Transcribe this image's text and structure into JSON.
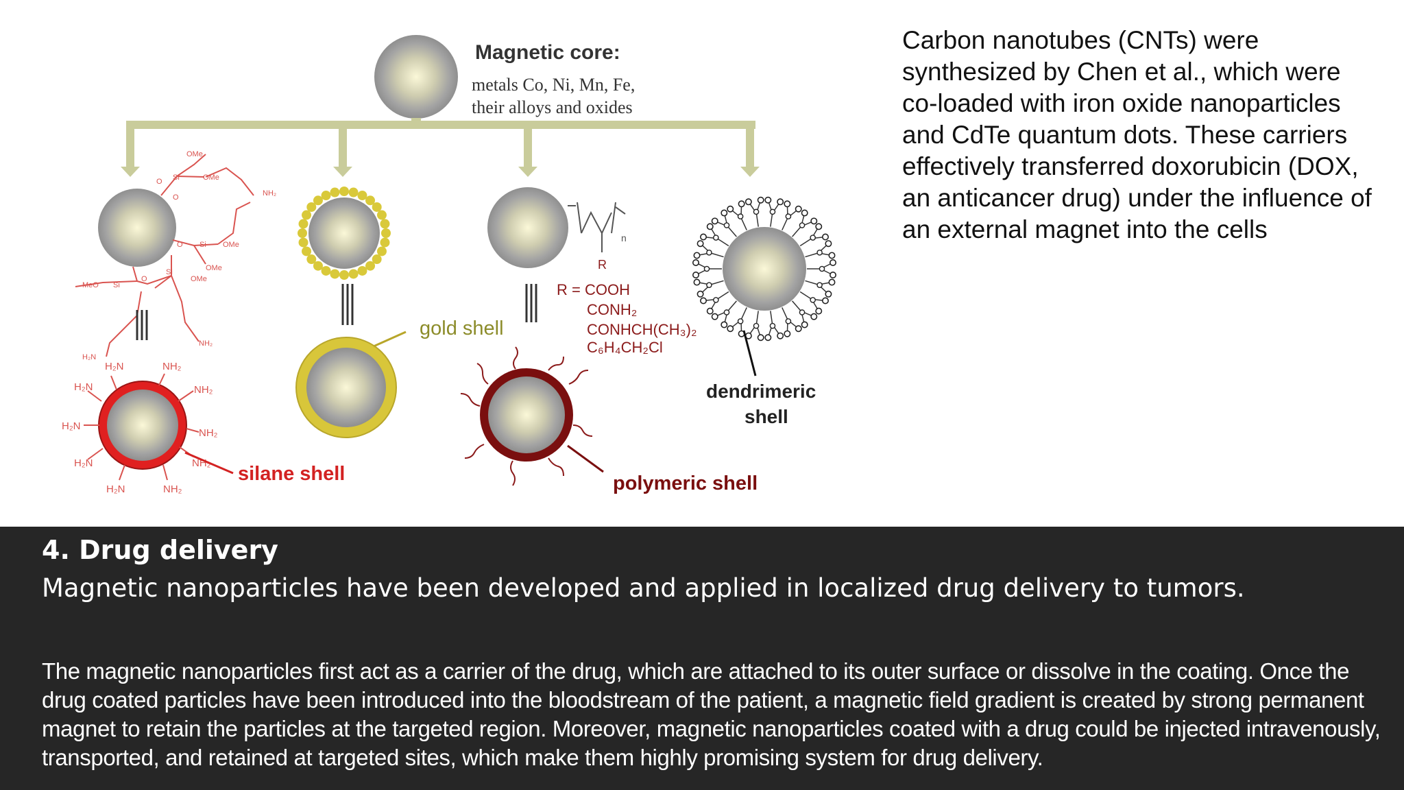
{
  "figure": {
    "core_title": "Magnetic core:",
    "core_desc_line1": "metals Co, Ni, Mn, Fe,",
    "core_desc_line2": "their alloys and oxides",
    "silane": {
      "label": "silane shell",
      "ome": "OMe",
      "meo": "MeO",
      "si": "Si",
      "o": "O",
      "nh2": "NH₂",
      "h2n": "H₂N"
    },
    "gold": {
      "label": "gold shell"
    },
    "polymer": {
      "label": "polymeric shell",
      "r": "R",
      "n": "n",
      "r_line1": "R = COOH",
      "r_line2": "CONH₂",
      "r_line3": "CONHCH(CH₃)₂",
      "r_line4": "C₆H₄CH₂Cl"
    },
    "dendrimer": {
      "label_line1": "dendrimeric",
      "label_line2": "shell"
    }
  },
  "side_text": "Carbon nanotubes (CNTs) were synthesized by Chen et al., which were co-loaded with iron oxide nanoparticles and CdTe quantum dots. These carriers effectively transferred doxorubicin (DOX, an anticancer drug) under the influence of an external magnet into the cells",
  "section": {
    "title": "4. Drug delivery",
    "subtitle": "Magnetic nanoparticles have been developed and applied in localized drug delivery to tumors.",
    "body": "The magnetic nanoparticles first act as a carrier of the drug, which are attached to its outer surface or dissolve in the coating. Once the drug coated particles have been introduced into the bloodstream of the patient, a magnetic field gradient is created by strong permanent magnet to retain the particles at the targeted region. Moreover, magnetic nanoparticles coated with a drug could be injected intravenously, transported, and retained at targeted sites, which make them highly promising system for drug delivery."
  }
}
